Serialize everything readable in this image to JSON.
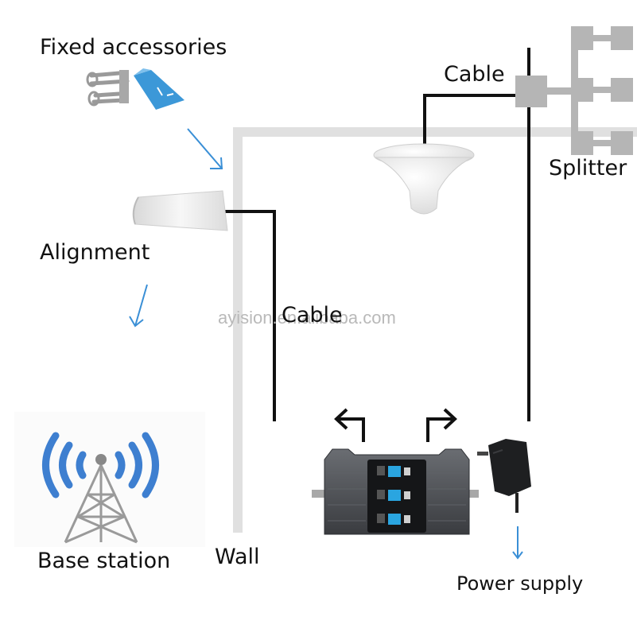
{
  "labels": {
    "fixed_accessories": "Fixed accessories",
    "cable_top": "Cable",
    "splitter": "Splitter",
    "alignment": "Alignment",
    "cable_middle": "Cable",
    "base_station": "Base station",
    "wall": "Wall",
    "power_supply": "Power supply"
  },
  "watermark": "ayision.en.alibaba.com",
  "colors": {
    "cable": "#111111",
    "wall": "#dedede",
    "arrow_blue": "#3a8fd6",
    "splitter": "#b5b5b5",
    "booster_body": "#4a4d52",
    "lcd": "#2aa5e0",
    "tower_blue": "#3e7fd0"
  }
}
